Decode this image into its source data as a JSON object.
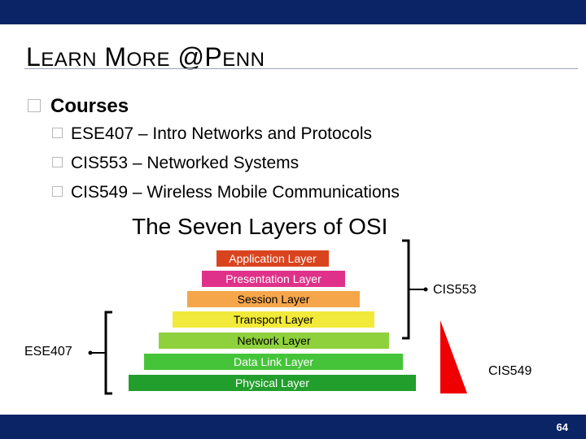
{
  "slide": {
    "title_parts": [
      {
        "cap": "L",
        "rest": "EARN"
      },
      {
        "cap": "M",
        "rest": "ORE"
      },
      {
        "cap": "@P",
        "rest": "ENN"
      }
    ],
    "page_number": "64"
  },
  "bullets": {
    "level1": "Courses",
    "level2": [
      "ESE407 – Intro Networks and Protocols",
      "CIS553 – Networked Systems",
      "CIS549 – Wireless Mobile Communications"
    ]
  },
  "diagram": {
    "title": "The Seven Layers of OSI",
    "layers": [
      {
        "label": "Application Layer",
        "color": "#d9441f",
        "text_color": "#ffffff"
      },
      {
        "label": "Presentation Layer",
        "color": "#e0318a",
        "text_color": "#ffffff"
      },
      {
        "label": "Session Layer",
        "color": "#f5a64b",
        "text_color": "#000000"
      },
      {
        "label": "Transport Layer",
        "color": "#f2ea3a",
        "text_color": "#000000"
      },
      {
        "label": "Network Layer",
        "color": "#8fd13c",
        "text_color": "#000000"
      },
      {
        "label": "Data Link Layer",
        "color": "#45c43a",
        "text_color": "#ffffff"
      },
      {
        "label": "Physical Layer",
        "color": "#229e2d",
        "text_color": "#ffffff"
      }
    ],
    "labels": {
      "cis553": "CIS553",
      "ese407": "ESE407",
      "cis549": "CIS549"
    },
    "wedge_color": "#ee0000"
  }
}
